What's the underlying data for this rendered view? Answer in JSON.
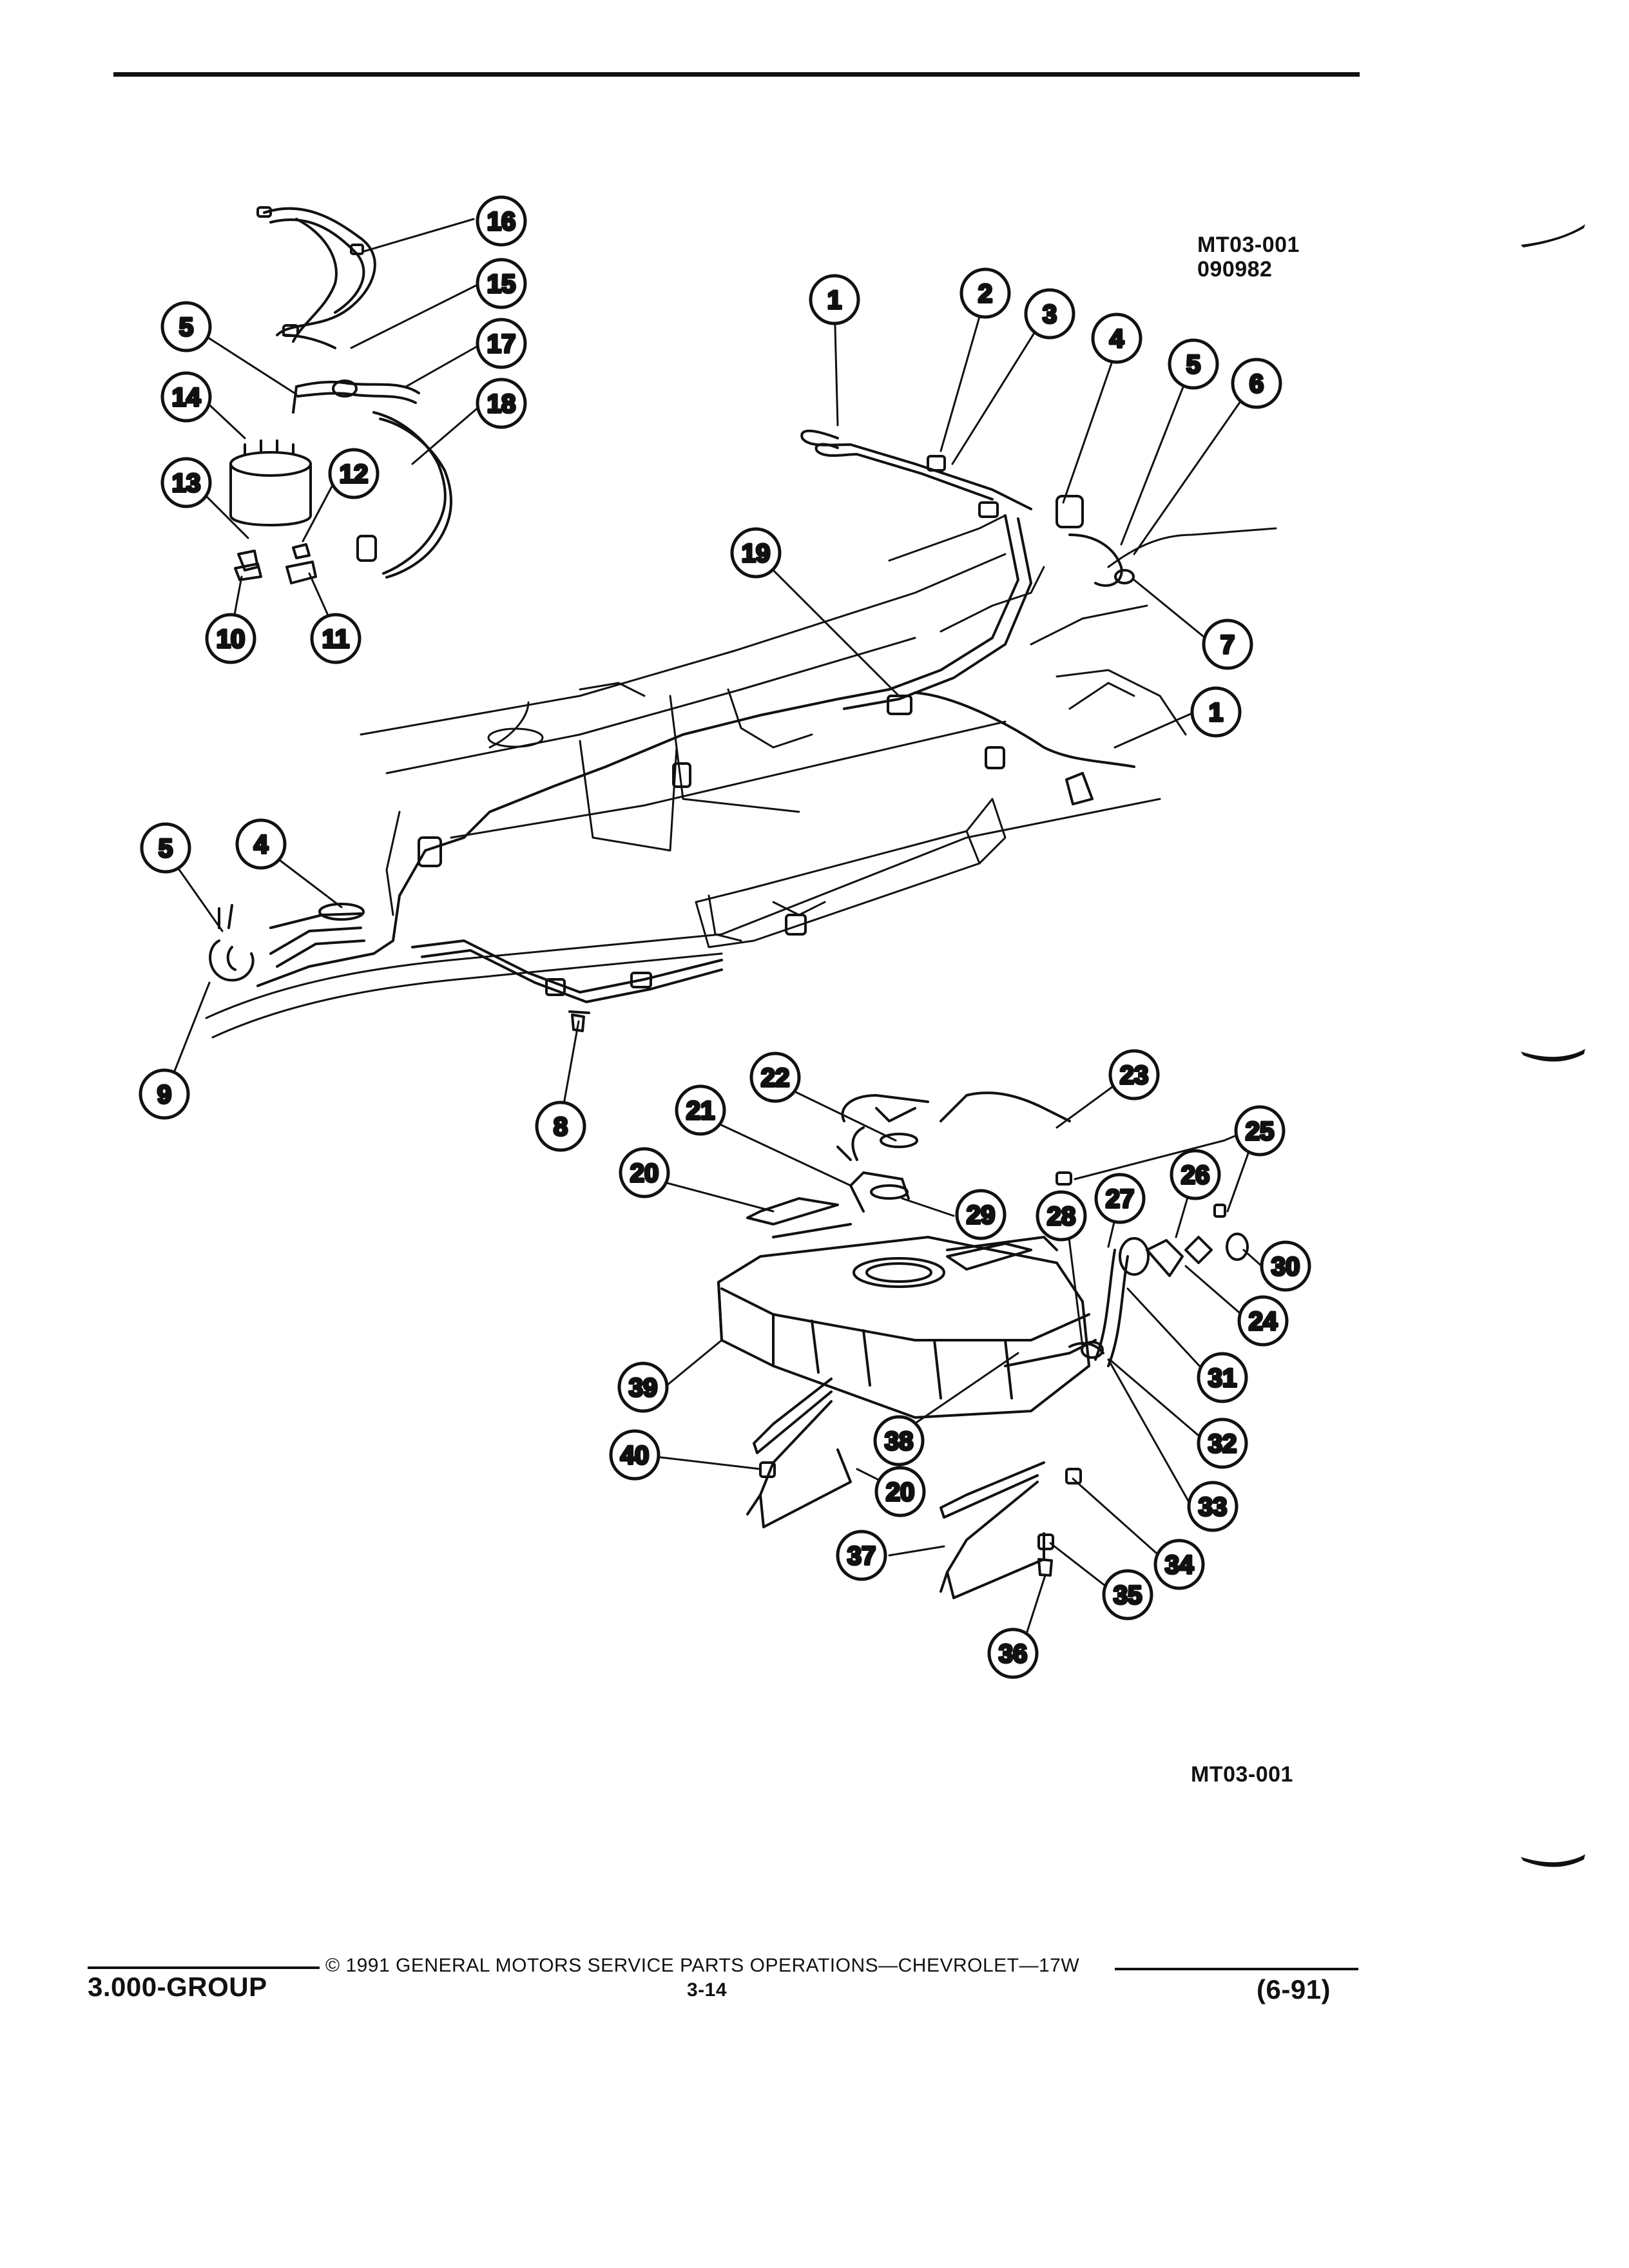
{
  "figure": {
    "ref_top": "MT03-001",
    "ref_code": "090982",
    "ref_bottom": "MT03-001"
  },
  "callouts": [
    {
      "n": "16"
    },
    {
      "n": "15"
    },
    {
      "n": "5"
    },
    {
      "n": "17"
    },
    {
      "n": "14"
    },
    {
      "n": "18"
    },
    {
      "n": "13"
    },
    {
      "n": "12"
    },
    {
      "n": "10"
    },
    {
      "n": "11"
    },
    {
      "n": "1"
    },
    {
      "n": "2"
    },
    {
      "n": "3"
    },
    {
      "n": "4"
    },
    {
      "n": "5"
    },
    {
      "n": "6"
    },
    {
      "n": "7"
    },
    {
      "n": "19"
    },
    {
      "n": "1"
    },
    {
      "n": "5"
    },
    {
      "n": "4"
    },
    {
      "n": "9"
    },
    {
      "n": "8"
    },
    {
      "n": "22"
    },
    {
      "n": "23"
    },
    {
      "n": "21"
    },
    {
      "n": "25"
    },
    {
      "n": "20"
    },
    {
      "n": "26"
    },
    {
      "n": "27"
    },
    {
      "n": "28"
    },
    {
      "n": "29"
    },
    {
      "n": "30"
    },
    {
      "n": "24"
    },
    {
      "n": "31"
    },
    {
      "n": "39"
    },
    {
      "n": "32"
    },
    {
      "n": "38"
    },
    {
      "n": "40"
    },
    {
      "n": "20"
    },
    {
      "n": "33"
    },
    {
      "n": "34"
    },
    {
      "n": "37"
    },
    {
      "n": "35"
    },
    {
      "n": "36"
    }
  ],
  "footer": {
    "copyright": "© 1991 GENERAL MOTORS SERVICE PARTS OPERATIONS—CHEVROLET—17W",
    "group": "3.000-GROUP",
    "page": "3-14",
    "date": "(6-91)"
  }
}
